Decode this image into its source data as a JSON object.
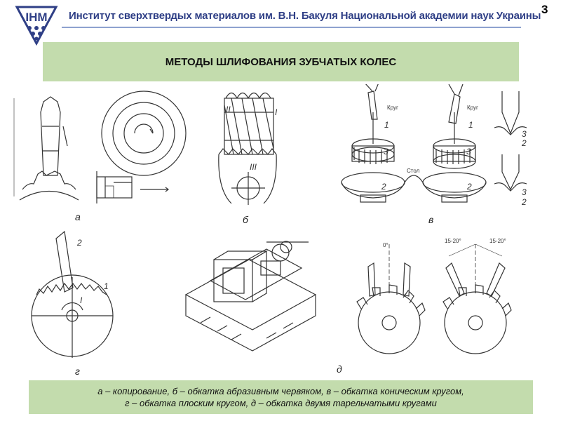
{
  "header": {
    "logo_text": "IHM",
    "institute_name": "Институт сверхтвердых материалов им. В.Н. Бакуля Национальной академии наук Украины",
    "page_number": "3"
  },
  "title": "МЕТОДЫ ШЛИФОВАНИЯ ЗУБЧАТЫХ КОЛЕС",
  "figure_labels": {
    "a": "а",
    "b": "б",
    "v": "в",
    "g": "г",
    "d": "д"
  },
  "drawing_marks": {
    "krug": "Круг",
    "stol": "Стол",
    "angle_zero": "0°",
    "angle_range": "15-20°",
    "num_1": "1",
    "num_2": "2",
    "num_3": "3",
    "roman_1": "I",
    "roman_2": "II",
    "roman_3": "III"
  },
  "caption": {
    "line1": "а – копирование, б – обкатка абразивным червяком, в – обкатка коническим кругом,",
    "line2": "г – обкатка плоским кругом, д – обкатка двумя тарельчатыми кругами"
  },
  "colors": {
    "header_text": "#2f3f86",
    "header_line": "#8ea2cf",
    "green_bar": "#c3dcad"
  }
}
